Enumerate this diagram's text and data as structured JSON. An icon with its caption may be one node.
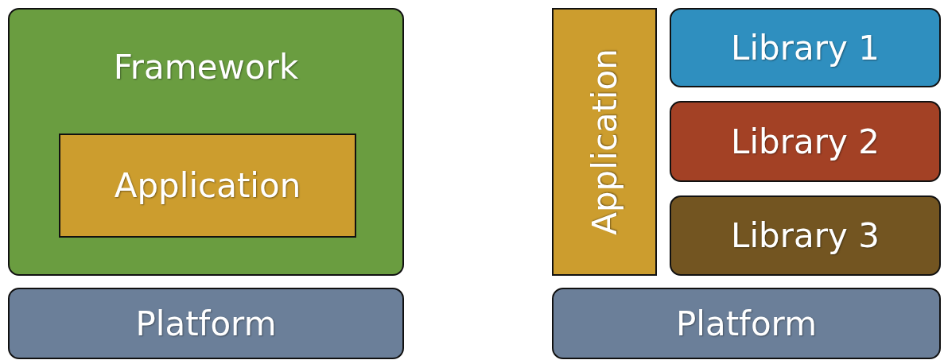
{
  "diagram": {
    "nodes": [
      {
        "text": [
          "Framework"
        ]
      },
      {
        "text": [
          "Application"
        ],
        "in": 0
      },
      {
        "text": [
          "Platform"
        ]
      },
      {
        "text": [
          "Application"
        ]
      },
      {
        "text": [
          "Library 1"
        ]
      },
      {
        "text": [
          "Library 2"
        ]
      },
      {
        "text": [
          "Library 3"
        ]
      },
      {
        "text": [
          "Platform"
        ]
      }
    ],
    "edges": []
  }
}
